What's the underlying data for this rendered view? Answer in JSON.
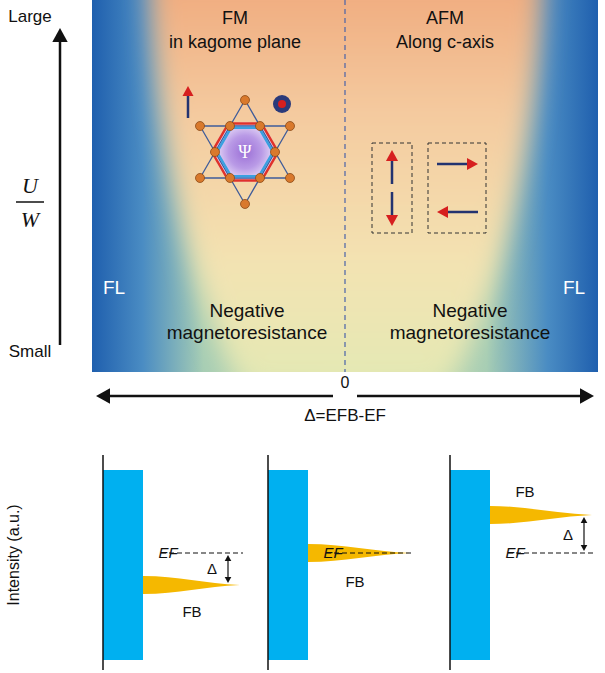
{
  "diagram": {
    "nodes": [
      {
        "text": [
          "FM",
          "in kagome plane",
          "AFM",
          "Along c-axis",
          "FL",
          "Negative magnetoresistance",
          "Negative magnetoresistance",
          "FL"
        ]
      }
    ],
    "labels": [
      "Large",
      "U",
      "W",
      "Small",
      "0",
      "Δ=EFB-EF",
      "Intensity (a.u.)",
      "EF",
      "FB",
      "Δ",
      "EF",
      "FB",
      "EF",
      "FB",
      "Δ",
      "Ψ"
    ]
  }
}
